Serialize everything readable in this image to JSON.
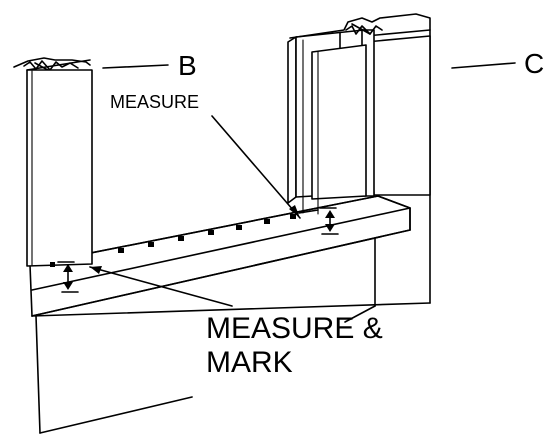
{
  "labels": {
    "b": "B",
    "c": "C",
    "measure": "MEASURE",
    "measure_and_mark_line1": "MEASURE &",
    "measure_and_mark_line2": "MARK"
  },
  "colors": {
    "ink": "#000000",
    "background": "#ffffff"
  }
}
